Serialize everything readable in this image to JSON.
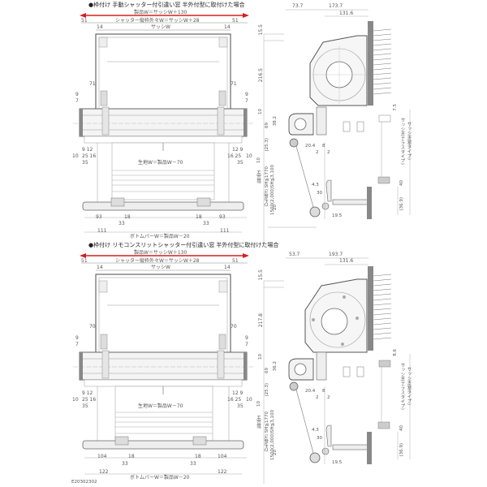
{
  "panels": [
    {
      "title": "●枠付け 手動シャッター付引違い窓 半外付型に取付けた場合",
      "front": {
        "product_w": "製品W＝サッシW＋130",
        "frame_w": "シャッター縦枠外々W＝サッシW＋28",
        "sash_w": "サッシW",
        "dim_51_left": "51",
        "dim_51_right": "51",
        "dim_14_left": "14",
        "dim_14_right": "14",
        "dim_71_left": "71",
        "dim_71_right": "71",
        "dim_9_left": "9",
        "dim_7_left": "7",
        "dim_9_right": "9",
        "dim_7_right": "7",
        "left_row1": "9 12",
        "left_row2a": "10",
        "left_row2b": "25 16",
        "left_row3": "35",
        "right_row1": "12 9",
        "right_row2a": "16 25",
        "right_row2b": "10",
        "right_row3": "35",
        "fabric_w": "生地W＝製品W－70",
        "b_left_outer": "93",
        "b_left_18": "18",
        "b_left_33": "33",
        "b_left_111": "111",
        "b_right_18": "18",
        "b_right_outer": "93",
        "b_right_33": "33",
        "b_right_111": "111",
        "bottom_bar": "ボトムバーW＝製品W－20"
      },
      "section": {
        "dim_top_left": "73.7",
        "dim_top_mid": "173.7",
        "dim_top_inner": "131.6",
        "dim_15_5": "15.5",
        "dim_box_h": "216.5",
        "dim_10": "10",
        "dim_69": "69",
        "dim_38_2": "38.2",
        "dim_25_3": "(25.3)",
        "dim_20_4": "20.4",
        "dim_8": "8",
        "dim_2a": "2",
        "dim_2b": "2",
        "dim_4_3": "4.3",
        "dim_30": "30",
        "dim_19_5": "19.5",
        "dim_20": "20",
        "dim_7_5": "7.5",
        "dim_40": "40",
        "dim_36_9": "(36.9)",
        "product_h": "製品H",
        "cord_note1": "ひも長さ SH≦1770",
        "cord_note2": "1500(2,000)SH≦3,100",
        "sash_h_terrace": "サッシH(テラスタイプ)",
        "sash_h_window": "サッシH(窓タイプ)",
        "dim_10_side": "10"
      }
    },
    {
      "title": "●枠付け リモコンスリットシャッター付引違い窓 半外付型に取付けた場合",
      "front": {
        "product_w": "製品W＝サッシW＋130",
        "frame_w": "シャッター縦枠外々W＝サッシW＋28",
        "sash_w": "サッシW",
        "dim_51_left": "51",
        "dim_51_right": "51",
        "dim_14_left": "14",
        "dim_14_right": "14",
        "dim_71_left": "70",
        "dim_71_right": "70",
        "dim_9_left": "9",
        "dim_7_left": "7",
        "dim_9_right": "9",
        "dim_7_right": "7",
        "left_row1": "9 12",
        "left_row2a": "10",
        "left_row2b": "25 16",
        "left_row3": "35",
        "right_row1": "12 9",
        "right_row2a": "16 25",
        "right_row2b": "10",
        "right_row3": "35",
        "fabric_w": "生地W＝製品W－70",
        "b_left_outer": "104",
        "b_left_18": "18",
        "b_left_33": "33",
        "b_left_111": "122",
        "b_right_18": "18",
        "b_right_outer": "104",
        "b_right_33": "33",
        "b_right_111": "122",
        "bottom_bar": "ボトムバーW＝製品W－20"
      },
      "section": {
        "dim_top_left": "53.7",
        "dim_top_mid": "193.7",
        "dim_top_inner": "131.6",
        "dim_15_5": "15.5",
        "dim_box_h": "217.8",
        "dim_10": "10",
        "dim_69": "69",
        "dim_38_2": "36.2",
        "dim_25_3": "(25.3)",
        "dim_20_4": "20.4",
        "dim_8": "8",
        "dim_2a": "2",
        "dim_2b": "2",
        "dim_4_3": "4.3",
        "dim_30": "30",
        "dim_19_5": "19.5",
        "dim_20": "20",
        "dim_7_5": "8.6",
        "dim_40": "40",
        "dim_36_9": "(36.9)",
        "product_h": "製品H",
        "cord_note1": "ひも長さ SH≦1770",
        "cord_note2": "1500(2,000)SH≦3,100",
        "sash_h_terrace": "サッシH(テラスタイプ)",
        "sash_h_window": "サッシH(窓タイプ)",
        "dim_10_side": "10"
      }
    }
  ],
  "footer_code": "E20302302",
  "colors": {
    "arrow": "#d42020",
    "line": "#777777",
    "fill": "#e8e8e8"
  }
}
